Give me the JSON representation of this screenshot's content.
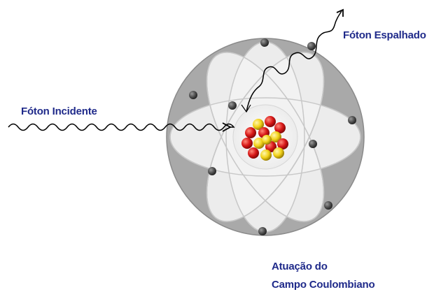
{
  "labels": {
    "scattered_photon": "Fóton Espalhado",
    "incident_photon": "Fóton Incidente",
    "coulomb_field_line1": "Atuação do",
    "coulomb_field_line2": "Campo Coulombiano"
  },
  "colors": {
    "text": "#1f2a8a",
    "field_ring": "#a9a9a9",
    "orbit_fill": "#f2f2f2",
    "orbit_stroke": "#b8b8b8",
    "electron": "#4a4a4a",
    "proton": "#d81818",
    "neutron": "#f2d21a",
    "photon_path": "#000000"
  },
  "icons": {
    "electron": "electron-icon",
    "nucleus": "nucleus-icon",
    "arrow": "arrowhead-icon"
  }
}
